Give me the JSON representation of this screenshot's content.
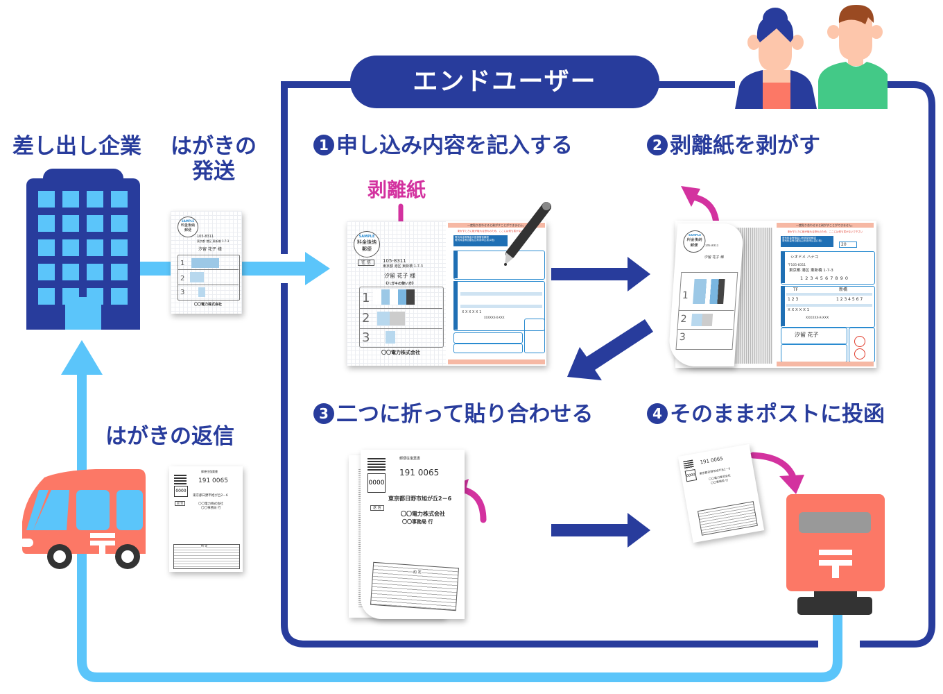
{
  "colors": {
    "navy": "#283c9c",
    "sky": "#5bc5fa",
    "magenta": "#d3329f",
    "coral": "#fc7866",
    "post_gray": "#999999",
    "dark": "#333333",
    "skin": "#fdc6ab",
    "green": "#43c987",
    "brown": "#9a4a22"
  },
  "left": {
    "company_label": "差し出し企業",
    "send_label_line1": "はがきの",
    "send_label_line2": "発送",
    "reply_label": "はがきの返信"
  },
  "enduser": {
    "title": "エンドユーザー"
  },
  "steps": [
    {
      "num": "1",
      "label": "申し込み内容を記入する"
    },
    {
      "num": "2",
      "label": "剥離紙を剥がす"
    },
    {
      "num": "3",
      "label": "二つに折って貼り合わせる"
    },
    {
      "num": "4",
      "label": "そのままポストに投函"
    }
  ],
  "release_paper_label": "剥離紙",
  "outgoing_card": {
    "stamp_sample": "SAMPLE",
    "stamp_line1": "料金後納",
    "stamp_line2": "郵便",
    "tag": "往 信",
    "zip": "105-8311",
    "address": "東京都 港区 東新橋 1-7-3",
    "recipient": "汐留 花子 様",
    "howto_title": "《八ガキの使い方》",
    "rows": [
      "1",
      "2",
      "3"
    ],
    "company": "〇〇電力株式会社"
  },
  "form": {
    "top_bar": "一度貼り合わせると剥がすことができません。",
    "warning": "剥がすときに紙が破れる恐れのため、ここには何も書かないで下さい",
    "title_line1": "電気料金等預金口座振替依頼書",
    "title_line2": "電気料金等自動払込利用申込書(2枚)",
    "kana_name": "シオドメ ハナコ",
    "zip": "〒105-8311",
    "address": "東京都 港区 東新橋 1-7-3",
    "phone_digits": "1 2 3 4 5 6 7 8 9 0",
    "bank": "TF",
    "branch": "新橋",
    "branch_code": "1 2 3",
    "account": "1 2 3 4 5 6 7",
    "customer_no": "X X X X X 1",
    "id": "XXXXXX-X-XXX",
    "holder": "汐留 花子",
    "year": "20"
  },
  "reply_card": {
    "header": "郵便往復葉書",
    "zip": "191 0065",
    "address": "東京都日野市旭が丘2－6",
    "company": "〇〇電力株式会社",
    "office": "〇〇事務局 行",
    "stamp_num": "0000",
    "tag": "返 信",
    "terms_title": "約 定"
  },
  "icons": {
    "building": "office-building-icon",
    "truck": "postal-truck-icon",
    "postbox": "post-box-icon",
    "people": "end-users-icon",
    "pen": "pen-icon",
    "postal_mark": "〒"
  }
}
